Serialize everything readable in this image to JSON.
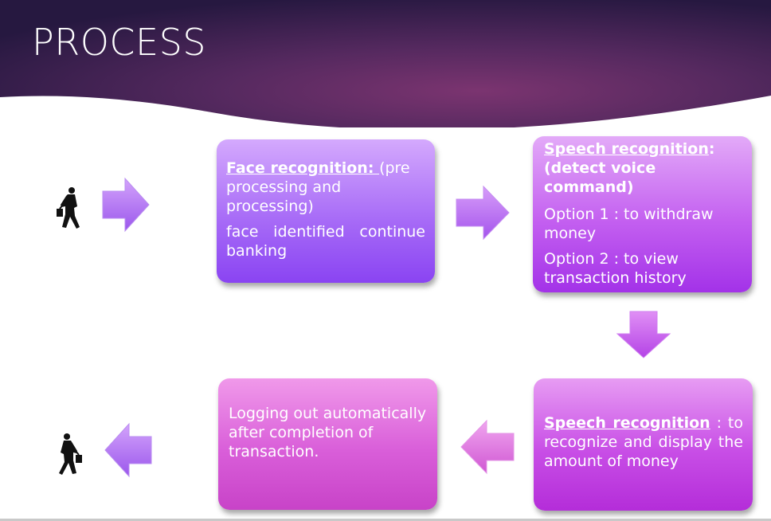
{
  "slide": {
    "title": "PROCESS"
  },
  "boxes": {
    "face": {
      "heading": "Face recognition: ",
      "heading_rest": "(pre processing and processing)",
      "line2": "face identified continue banking"
    },
    "speech1": {
      "heading": "Speech recognition",
      "colon": ":",
      "subheading": "(detect voice command)",
      "option1": "Option 1 : to withdraw money",
      "option2": "Option 2 : to view transaction history"
    },
    "speech2": {
      "heading": "Speech recognition",
      "rest": " : to recognize and display the amount of money"
    },
    "logout": {
      "text": "Logging out automatically after completion of transaction."
    }
  },
  "icons": {
    "start": "walking-businessman-icon",
    "end": "walking-businessman-icon"
  },
  "colors": {
    "header_dark": "#2e1a48",
    "header_accent": "#7a3a6e",
    "arrow_purple": "#b16bf0"
  }
}
